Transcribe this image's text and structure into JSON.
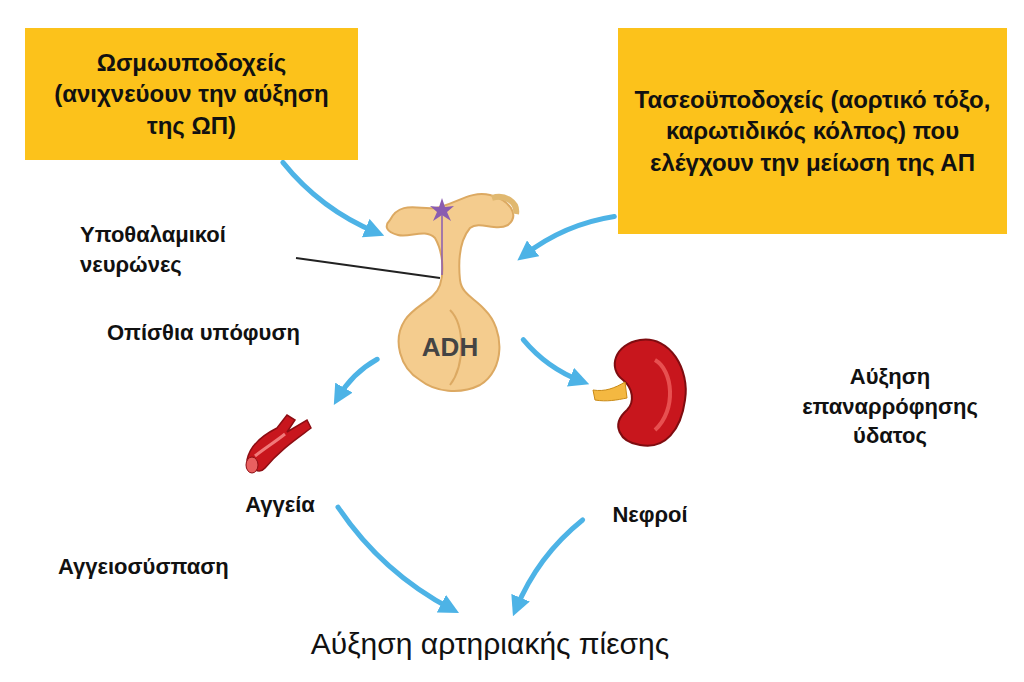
{
  "diagram": {
    "nodes": [
      {
        "text": [
          "Ωσμωυποδοχείς (ανιχνεύουν την αύξηση της ΩΠ)"
        ]
      },
      {
        "text": [
          "Τασεοϋποδοχείς (αορτικό τόξο, καρωτιδικός κόλπος) που ελέγχουν την μείωση της ΑΠ"
        ]
      },
      {
        "text": [
          "ADH"
        ]
      },
      {
        "text": [
          "Αγγεία"
        ]
      },
      {
        "text": [
          "Νεφροί"
        ]
      },
      {
        "text": [
          "Αύξηση αρτηριακής πίεσης"
        ]
      }
    ],
    "edges": [
      {
        "from": 0,
        "to": 2,
        "arrow": "to"
      },
      {
        "from": 1,
        "to": 2,
        "arrow": "to"
      },
      {
        "from": 2,
        "to": 3,
        "arrow": "to"
      },
      {
        "from": 2,
        "to": 4,
        "arrow": "to"
      },
      {
        "from": 3,
        "to": 5,
        "arrow": "to"
      },
      {
        "from": 4,
        "to": 5,
        "arrow": "to"
      }
    ],
    "labels": [
      "Υποθαλαμικοί νευρώνες",
      "Οπίσθια υπόφυση",
      "Αγγειοσύσπαση",
      "Αύξηση επαναρρόφησης ύδατος"
    ]
  }
}
